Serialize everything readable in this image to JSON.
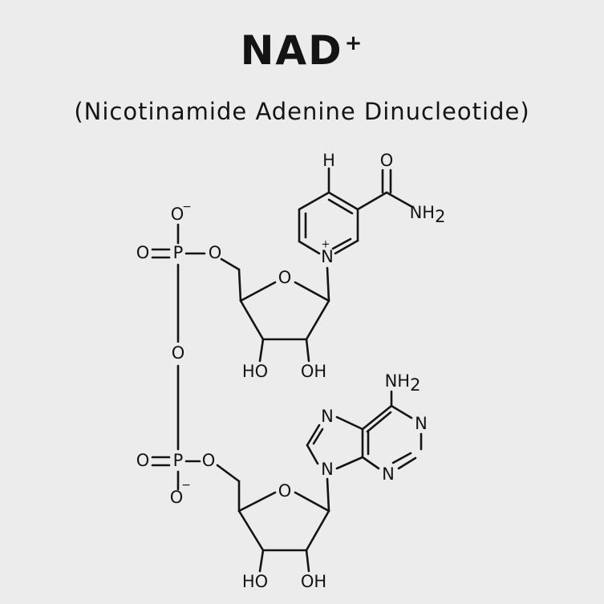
{
  "title": {
    "main": "NAD",
    "superscript": "+"
  },
  "subtitle": "(Nicotinamide Adenine Dinucleotide)",
  "atoms": {
    "H": "H",
    "O": "O",
    "N": "N",
    "P": "P",
    "NH2_main": "NH",
    "NH2_sub": "2",
    "HO": "HO",
    "OH": "OH",
    "plus": "+",
    "minus": "−"
  },
  "colors": {
    "background": "#ececec",
    "ink": "#141414"
  }
}
